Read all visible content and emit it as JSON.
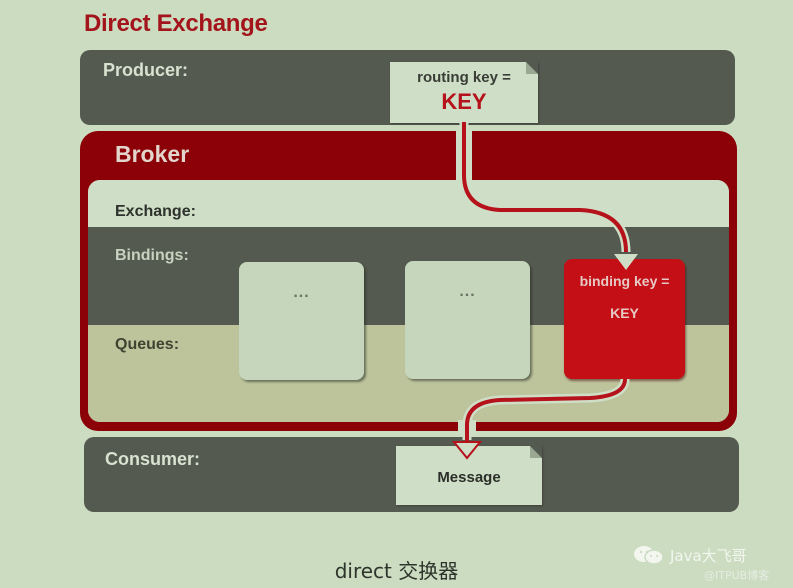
{
  "diagram": {
    "title": "Direct Exchange",
    "producer": {
      "label": "Producer:",
      "message": {
        "routing_label": "routing key =",
        "routing_key": "KEY"
      }
    },
    "broker": {
      "label": "Broker",
      "sections": {
        "exchange": "Exchange:",
        "bindings": "Bindings:",
        "queues": "Queues:"
      },
      "queues": [
        {
          "label": "..."
        },
        {
          "label": "..."
        }
      ],
      "matched_binding": {
        "binding_label": "binding key =",
        "binding_key": "KEY"
      }
    },
    "consumer": {
      "label": "Consumer:",
      "message": "Message"
    },
    "colors": {
      "accent_red": "#8c0007",
      "binding_red": "#c40f16",
      "title_red": "#a3141b",
      "panel_dark": "#555a50",
      "background": "#cbdcc1"
    }
  },
  "caption": "direct 交换器",
  "watermark": {
    "icon": "wechat-icon",
    "name": "Java大飞哥",
    "source": "@ITPUB博客"
  }
}
